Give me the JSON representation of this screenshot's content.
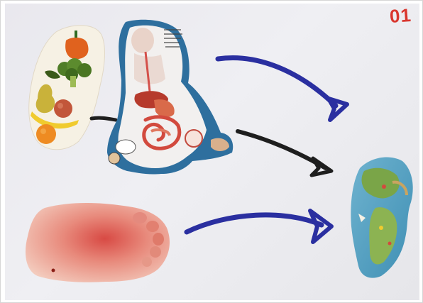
{
  "poster": {
    "page_number": "01",
    "cutouts": [
      {
        "name": "fruits-and-vegetables-cutout"
      },
      {
        "name": "digestive-system-cutout"
      },
      {
        "name": "foot-cutout"
      },
      {
        "name": "world-map-cutout"
      }
    ],
    "arrows": [
      {
        "name": "arrow-digestion-to-map",
        "color": "#2a2fa0"
      },
      {
        "name": "arrow-digestion-to-map-black",
        "color": "#1e1e1e"
      },
      {
        "name": "arrow-foot-to-map",
        "color": "#2a2fa0"
      }
    ],
    "connector_color": "#1e1e1e",
    "number_color": "#d9362e"
  }
}
